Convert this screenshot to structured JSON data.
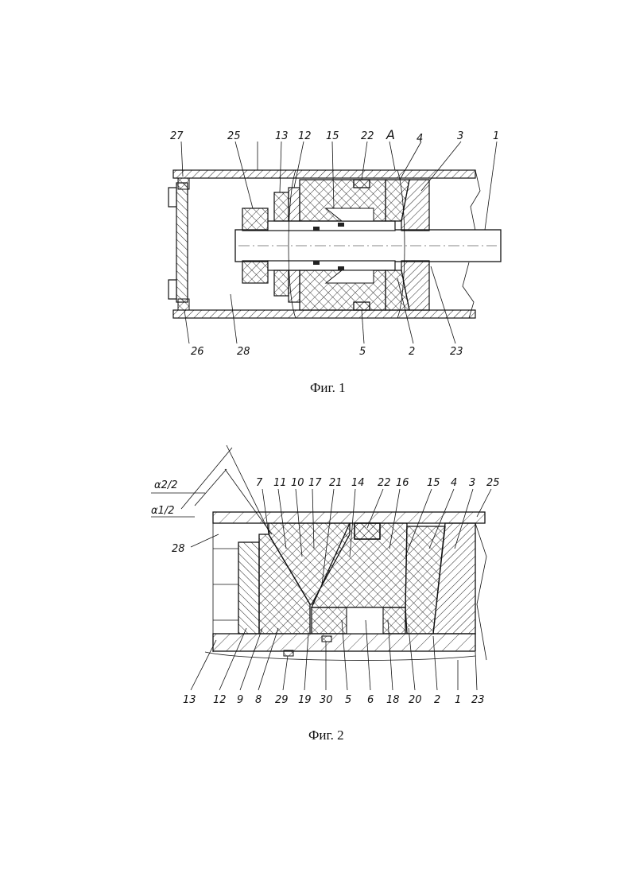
{
  "figure1": {
    "caption": "Фиг. 1",
    "labels": [
      {
        "id": "27",
        "text": "27"
      },
      {
        "id": "25",
        "text": "25"
      },
      {
        "id": "13",
        "text": "13"
      },
      {
        "id": "12",
        "text": "12"
      },
      {
        "id": "15",
        "text": "15"
      },
      {
        "id": "22",
        "text": "22"
      },
      {
        "id": "A",
        "text": "A"
      },
      {
        "id": "4",
        "text": "4"
      },
      {
        "id": "3",
        "text": "3"
      },
      {
        "id": "1",
        "text": "1"
      },
      {
        "id": "26",
        "text": "26"
      },
      {
        "id": "28",
        "text": "28"
      },
      {
        "id": "5",
        "text": "5"
      },
      {
        "id": "2",
        "text": "2"
      },
      {
        "id": "23",
        "text": "23"
      }
    ]
  },
  "figure2": {
    "caption": "Фиг. 2",
    "angle_labels": [
      "α2/2",
      "α1/2"
    ],
    "top_labels": [
      "7",
      "11",
      "10",
      "17",
      "21",
      "14",
      "22",
      "16",
      "15",
      "4",
      "3",
      "25"
    ],
    "side_label": "28",
    "bottom_labels": [
      "13",
      "12",
      "9",
      "8",
      "29",
      "19",
      "30",
      "5",
      "6",
      "18",
      "20",
      "2",
      "1",
      "23"
    ]
  }
}
